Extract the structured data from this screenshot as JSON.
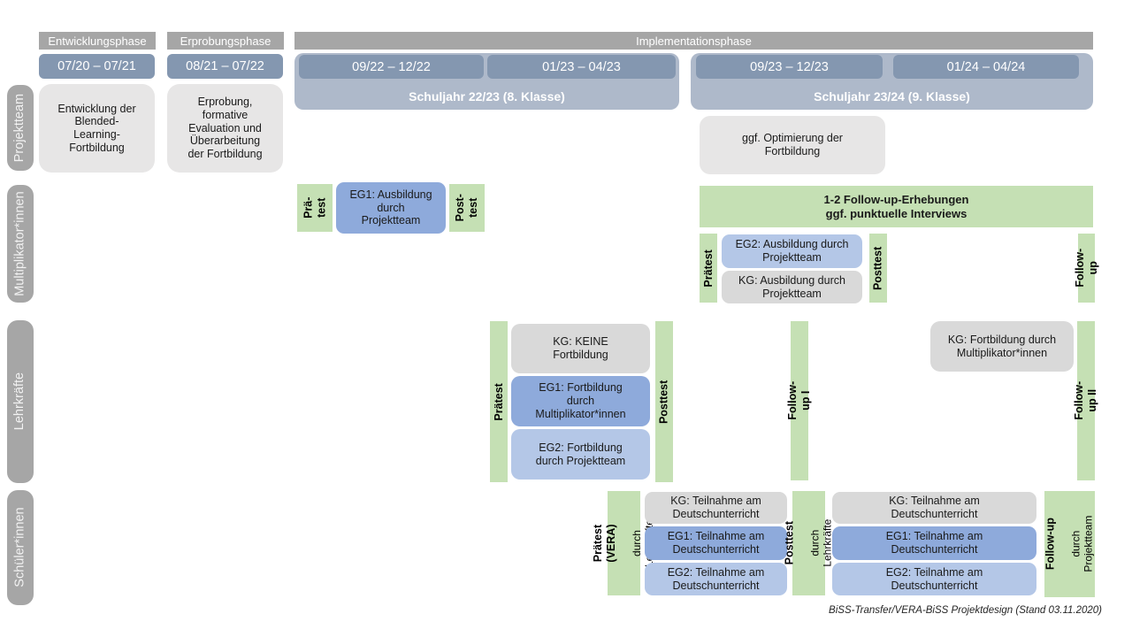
{
  "colors": {
    "phase_gray": "#a6a6a6",
    "date_blue": "#8497b0",
    "schuljahr_blue": "#aeb9ca",
    "light_box": "#e7e6e6",
    "kg_gray": "#d9d9d9",
    "eg1_blue": "#8eaadb",
    "eg2_blue": "#b4c7e7",
    "green": "#c5e0b4"
  },
  "phases": {
    "entwicklung": "Entwicklungsphase",
    "erprobung": "Erprobungsphase",
    "implementation": "Implementationsphase"
  },
  "dates": {
    "d1": "07/20 – 07/21",
    "d2": "08/21 – 07/22",
    "d3": "09/22 – 12/22",
    "d4": "01/23 – 04/23",
    "d5": "09/23 – 12/23",
    "d6": "01/24 – 04/24"
  },
  "school_years": {
    "sy1": "Schuljahr 22/23 (8. Klasse)",
    "sy2": "Schuljahr 23/24 (9. Klasse)"
  },
  "row_labels": {
    "projektteam": "Projektteam",
    "multiplikatoren": "Multiplikator*innen",
    "lehrkraefte": "Lehrkräfte",
    "schueler": "Schüler*innen"
  },
  "projektteam": {
    "entwicklung_box": "Entwicklung der\nBlended-\nLearning-\nFortbildung",
    "erprobung_box": "Erprobung,\nformative\nEvaluation und\nÜberarbeitung\nder Fortbildung",
    "optimierung_box": "ggf. Optimierung der\nFortbildung"
  },
  "multiplikatoren": {
    "praetest_1": "Prä-\ntest",
    "eg1": "EG1: Ausbildung\ndurch\nProjektteam",
    "posttest_1": "Post-\ntest",
    "followup_box": "1-2 Follow-up-Erhebungen\nggf. punktuelle Interviews",
    "praetest_2": "Prätest",
    "eg2": "EG2: Ausbildung durch\nProjektteam",
    "kg": "KG: Ausbildung durch\nProjektteam",
    "posttest_2": "Posttest",
    "followup_bar": "Follow-up"
  },
  "lehrkraefte": {
    "praetest": "Prätest",
    "kg": "KG: KEINE\nFortbildung",
    "eg1": "EG1: Fortbildung\ndurch\nMultiplikator*innen",
    "eg2": "EG2: Fortbildung\ndurch Projektteam",
    "posttest": "Posttest",
    "followup_1": "Follow-up I",
    "kg2": "KG: Fortbildung durch\nMultiplikator*innen",
    "followup_2": "Follow-up II"
  },
  "schueler": {
    "praetest_bold": "Prätest (VERA)",
    "praetest_sub": "durch Lehrkräfte",
    "kg": "KG: Teilnahme am\nDeutschunterricht",
    "eg1": "EG1: Teilnahme am\nDeutschunterricht",
    "eg2": "EG2: Teilnahme am\nDeutschunterricht",
    "posttest_bold": "Posttest",
    "posttest_sub": "durch Lehrkräfte",
    "kg2": "KG: Teilnahme am\nDeutschunterricht",
    "eg1_2": "EG1: Teilnahme am\nDeutschunterricht",
    "eg2_2": "EG2: Teilnahme am\nDeutschunterricht",
    "followup_bold": "Follow-up",
    "followup_sub": "durch\nProjektteam"
  },
  "footer": {
    "caption": "BiSS-Transfer/VERA-BiSS Projektdesign (Stand 03.11.2020)"
  }
}
